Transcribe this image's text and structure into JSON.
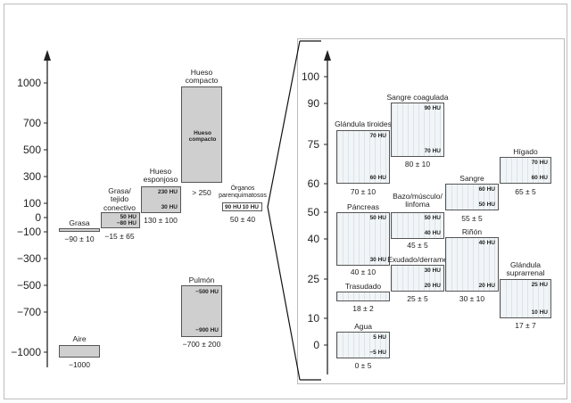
{
  "left_panel": {
    "axis_ticks": [
      "1000",
      "700",
      "500",
      "300",
      "100",
      "0",
      "−100",
      "−300",
      "−500",
      "−700",
      "−1000"
    ],
    "tissues": {
      "aire": {
        "name": "Aire",
        "range": "−1000"
      },
      "pulmon": {
        "name": "Pulmón",
        "hu_top": "−500 HU",
        "hu_bottom": "−900 HU",
        "range": "−700 ± 200"
      },
      "grasa": {
        "name": "Grasa",
        "range": "−90 ± 10"
      },
      "grasa_tejido": {
        "name": "Grasa/ tejido conectivo",
        "hu_top": "50 HU",
        "hu_bottom": "−80 HU",
        "range": "−15 ± 65"
      },
      "hueso_esp": {
        "name": "Hueso esponjoso",
        "hu_top": "230 HU",
        "hu_bottom": "30 HU",
        "range": "130 ± 100"
      },
      "hueso_comp": {
        "name": "Hueso compacto",
        "inner": "Hueso compacto",
        "range": "> 250"
      },
      "organos": {
        "name": "Órganos parenquimatosos",
        "hu_left": "90 HU",
        "hu_right": "10 HU",
        "range": "50 ± 40"
      }
    }
  },
  "right_panel": {
    "axis_ticks": [
      "100",
      "90",
      "75",
      "60",
      "50",
      "40",
      "25",
      "10",
      "0"
    ],
    "tissues": {
      "glandula_tiroides": {
        "name": "Glándula tiroides",
        "hu_top": "70 HU",
        "hu_bottom": "60 HU",
        "range": "70 ± 10"
      },
      "sangre_coagulada": {
        "name": "Sangre coagulada",
        "hu_top": "90 HU",
        "hu_bottom": "70 HU",
        "range": "80 ± 10"
      },
      "pancreas": {
        "name": "Páncreas",
        "hu_top": "50 HU",
        "hu_bottom": "30 HU",
        "range": "40 ± 10"
      },
      "bazo": {
        "name": "Bazo/músculo/ linfoma",
        "hu_top": "50 HU",
        "hu_bottom": "40 HU",
        "range": "45 ± 5"
      },
      "exudado": {
        "name": "Exudado/derrame",
        "hu_top": "30 HU",
        "hu_bottom": "20 HU",
        "range": "25 ± 5"
      },
      "sangre": {
        "name": "Sangre",
        "hu_top": "60 HU",
        "hu_bottom": "50 HU",
        "range": "55 ± 5"
      },
      "rinon": {
        "name": "Riñón",
        "hu_top": "40 HU",
        "hu_bottom": "20 HU",
        "range": "30 ± 10"
      },
      "higado": {
        "name": "Hígado",
        "hu_top": "70 HU",
        "hu_bottom": "60 HU",
        "range": "65 ± 5"
      },
      "glandula_supra": {
        "name": "Glándula suprarrenal",
        "hu_top": "25 HU",
        "hu_bottom": "10 HU",
        "range": "17 ± 7"
      },
      "trasudado": {
        "name": "Trasudado",
        "range": "18 ± 2"
      },
      "agua": {
        "name": "Agua",
        "hu_top": "5 HU",
        "hu_bottom": "−5 HU",
        "range": "0 ± 5"
      }
    }
  }
}
